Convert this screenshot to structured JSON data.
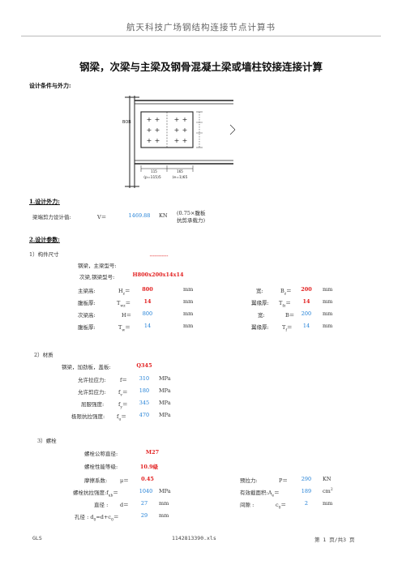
{
  "header": {
    "title": "航天科技广场钢结构连接节点计算书"
  },
  "doc": {
    "title": "钢梁，次梁与主梁及钢骨混凝土梁或墙柱铰接连接计算"
  },
  "design": {
    "heading": "设计条件与外力:"
  },
  "figure": {
    "tag_left": "BOB",
    "label_a": "(p=115)5",
    "label_b": "(e=1)65",
    "bolt_symbol": "+",
    "dim_left": "115",
    "dim_right": "165"
  },
  "loads": {
    "heading": "1.设计外力:",
    "shear_label": "梁端剪力设计值:",
    "shear_symbol": "V＝",
    "shear_value": "1469.88",
    "shear_unit": "KN",
    "note_line1": "(0.75×腹板",
    "note_line2": "抗剪承载力)"
  },
  "params": {
    "heading": "2.设计参数:",
    "members": {
      "heading": "1）构件尺寸",
      "main_beam_label": "钢梁，主梁型号:",
      "main_beam_value": "-----------",
      "sec_beam_label": "次梁,钢梁型号:",
      "sec_beam_value": "H800x200x14x14",
      "rows": [
        {
          "label": "主梁高:",
          "sym": "H",
          "sub": "z",
          "eq": "＝",
          "value": "800",
          "red": true,
          "unit": "mm",
          "rlabel": "宽:",
          "rsym": "B",
          "rsub": "z",
          "req": "＝",
          "rvalue": "200",
          "rred": true,
          "runit": "mm"
        },
        {
          "label": "腹板厚:",
          "sym": "T",
          "sub": "wz",
          "eq": "＝",
          "value": "14",
          "red": true,
          "unit": "mm",
          "rlabel": "翼缘厚:",
          "rsym": "T",
          "rsub": "fz",
          "req": "＝",
          "rvalue": "14",
          "rred": true,
          "runit": "mm"
        },
        {
          "label": "次梁高:",
          "sym": "H",
          "sub": "",
          "eq": "＝",
          "value": "800",
          "red": false,
          "unit": "mm",
          "rlabel": "宽:",
          "rsym": "B",
          "rsub": "",
          "req": "＝",
          "rvalue": "200",
          "rred": false,
          "runit": "mm"
        },
        {
          "label": "腹板厚:",
          "sym": "T",
          "sub": "w",
          "eq": "＝",
          "value": "14",
          "red": false,
          "unit": "mm",
          "rlabel": "翼缘厚:",
          "rsym": "T",
          "rsub": "f",
          "req": "＝",
          "rvalue": "14",
          "rred": false,
          "runit": "mm"
        }
      ]
    },
    "material": {
      "heading": "2）材质",
      "steel_label": "钢梁，加劲板，盖板:",
      "steel_value": "Q345",
      "rows": [
        {
          "label": "允许拉应力:",
          "sym": "f",
          "sub": "",
          "eq": "＝",
          "value": "310",
          "unit": "MPa"
        },
        {
          "label": "允许剪应力:",
          "sym": "f",
          "sub": "v",
          "eq": "＝",
          "value": "180",
          "unit": "MPa"
        },
        {
          "label": "屈服强度:",
          "sym": "f",
          "sub": "y",
          "eq": "＝",
          "value": "345",
          "unit": "MPa"
        },
        {
          "label": "极限抗拉强度:",
          "sym": "f",
          "sub": "u",
          "eq": "＝",
          "value": "470",
          "unit": "MPa"
        }
      ]
    },
    "bolts": {
      "heading": "3）螺栓",
      "dia_label": "螺栓公称直径:",
      "dia_value": "M27",
      "grade_label": "螺栓性能等级:",
      "grade_value": "10.9级",
      "friction_label": "摩擦系数:",
      "friction_sym": "μ＝",
      "friction_value": "0.45",
      "pre_label": "预拉力:",
      "pre_sym": "P＝",
      "pre_value": "290",
      "pre_unit": "KN",
      "tensile_label": "螺栓抗拉强度:f",
      "tensile_sub": "ub",
      "tensile_eq": "＝",
      "tensile_value": "1040",
      "tensile_unit": "MPa",
      "area_label": "有效截面积:A",
      "area_sub": "e",
      "area_eq": "＝",
      "area_value": "189",
      "area_unit": "cm",
      "area_sup": "2",
      "d_label": "直径 :",
      "d_sym": "d＝",
      "d_value": "27",
      "d_unit": "mm",
      "gap_label": "间隙 :",
      "gap_sym": "c",
      "gap_sub": "0",
      "gap_eq": "＝",
      "gap_value": "2",
      "gap_unit": "mm",
      "hole_label": "孔径 : d",
      "hole_sub": "0",
      "hole_mid": "=d+c",
      "hole_sub2": "0",
      "hole_eq": "＝",
      "hole_value": "29",
      "hole_unit": "mm"
    }
  },
  "footer": {
    "left": "GLS",
    "center": "1142813390.xls",
    "right": "第 1 页/共3 页"
  }
}
